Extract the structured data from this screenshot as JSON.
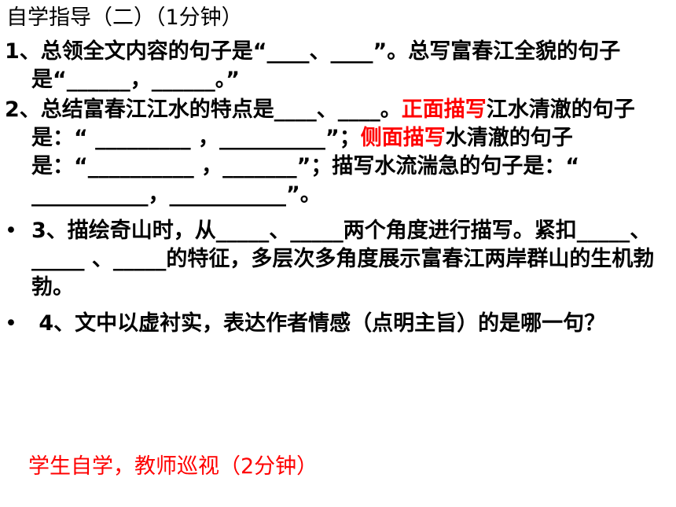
{
  "title": "自学指导（二）（1分钟）",
  "items": [
    {
      "number": "1、",
      "text": "总领全文内容的句子是“____、____”。总写富春江全貌的句子是“______，______。”"
    },
    {
      "number": "2、",
      "text_a": "总结富春江江水的特点是____、____。",
      "highlight_a": "正面描写",
      "text_b": "江水清澈的句子是：“ _________ ，__________”；",
      "highlight_b": "侧面描写",
      "text_c": "水清澈的句子是：“__________ ，_______”；描写水流湍急的句子是：“ ___________，___________”。"
    },
    {
      "bullet": "•",
      "text": "3、描绘奇山时，从_____、_____两个角度进行描写。紧扣_____、_____ 、_____的特征，多层次多角度展示富春江两岸群山的生机勃勃。"
    },
    {
      "bullet": "•",
      "text": " 4、文中以虚衬实，表达作者情感（点明主旨）的是哪一句？"
    }
  ],
  "footer": "学生自学，教师巡视（2分钟）",
  "colors": {
    "text": "#000000",
    "highlight": "#ff0000",
    "background": "#ffffff"
  }
}
